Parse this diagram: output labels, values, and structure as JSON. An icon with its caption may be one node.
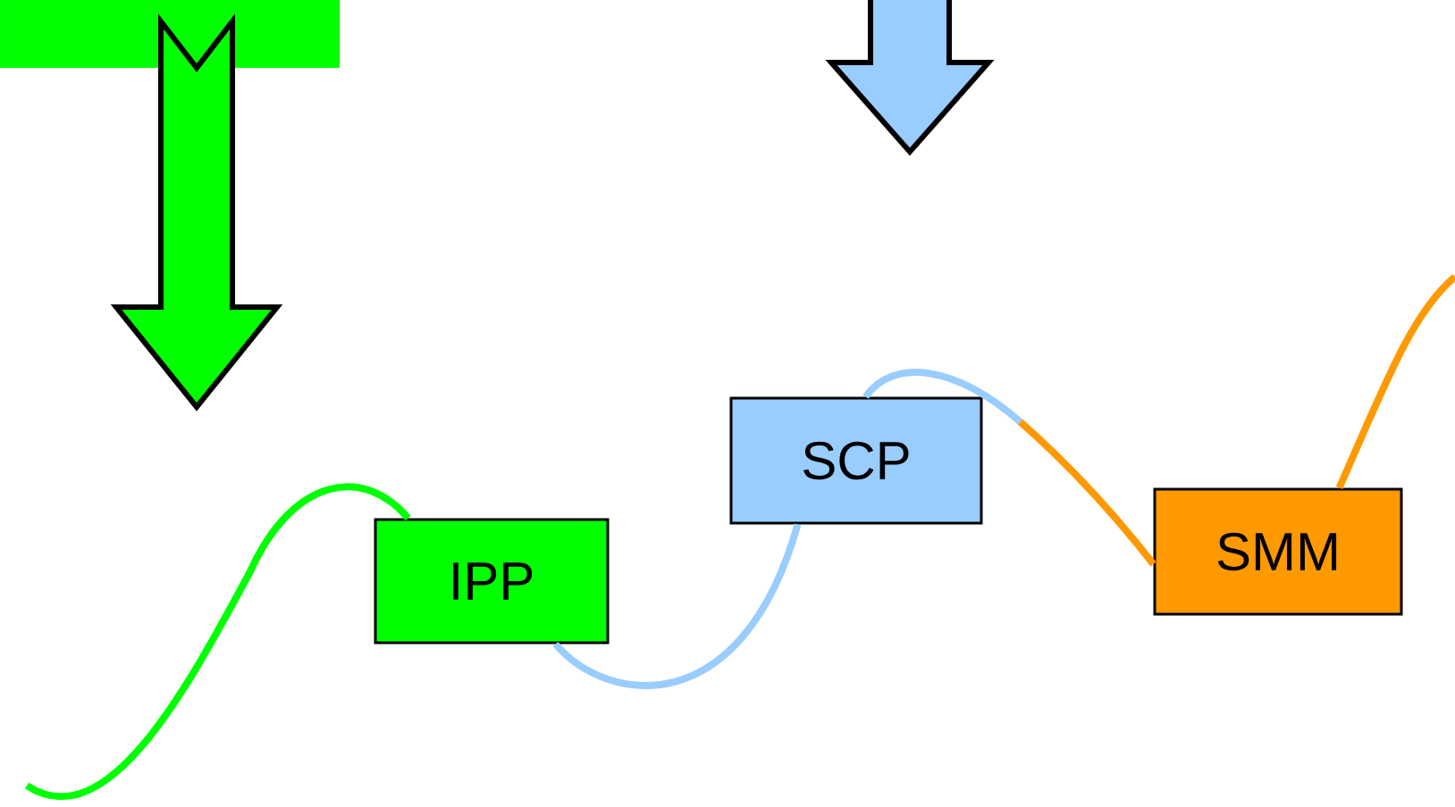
{
  "diagram": {
    "nodes": [
      {
        "text": [
          "IPP"
        ]
      },
      {
        "text": [
          "SCP"
        ]
      },
      {
        "text": [
          "SMM"
        ]
      },
      {
        "text": [],
        "shape": "bar"
      }
    ],
    "edges": [
      {
        "from": null,
        "to": 0,
        "arrow": "none",
        "color": "#00ff00"
      },
      {
        "from": 0,
        "to": 1,
        "arrow": "none",
        "color": "#99ccff"
      },
      {
        "from": 1,
        "to": 2,
        "arrow": "none",
        "color": "#ff9900"
      },
      {
        "from": 2,
        "to": null,
        "arrow": "none",
        "color": "#ff9900"
      }
    ]
  }
}
